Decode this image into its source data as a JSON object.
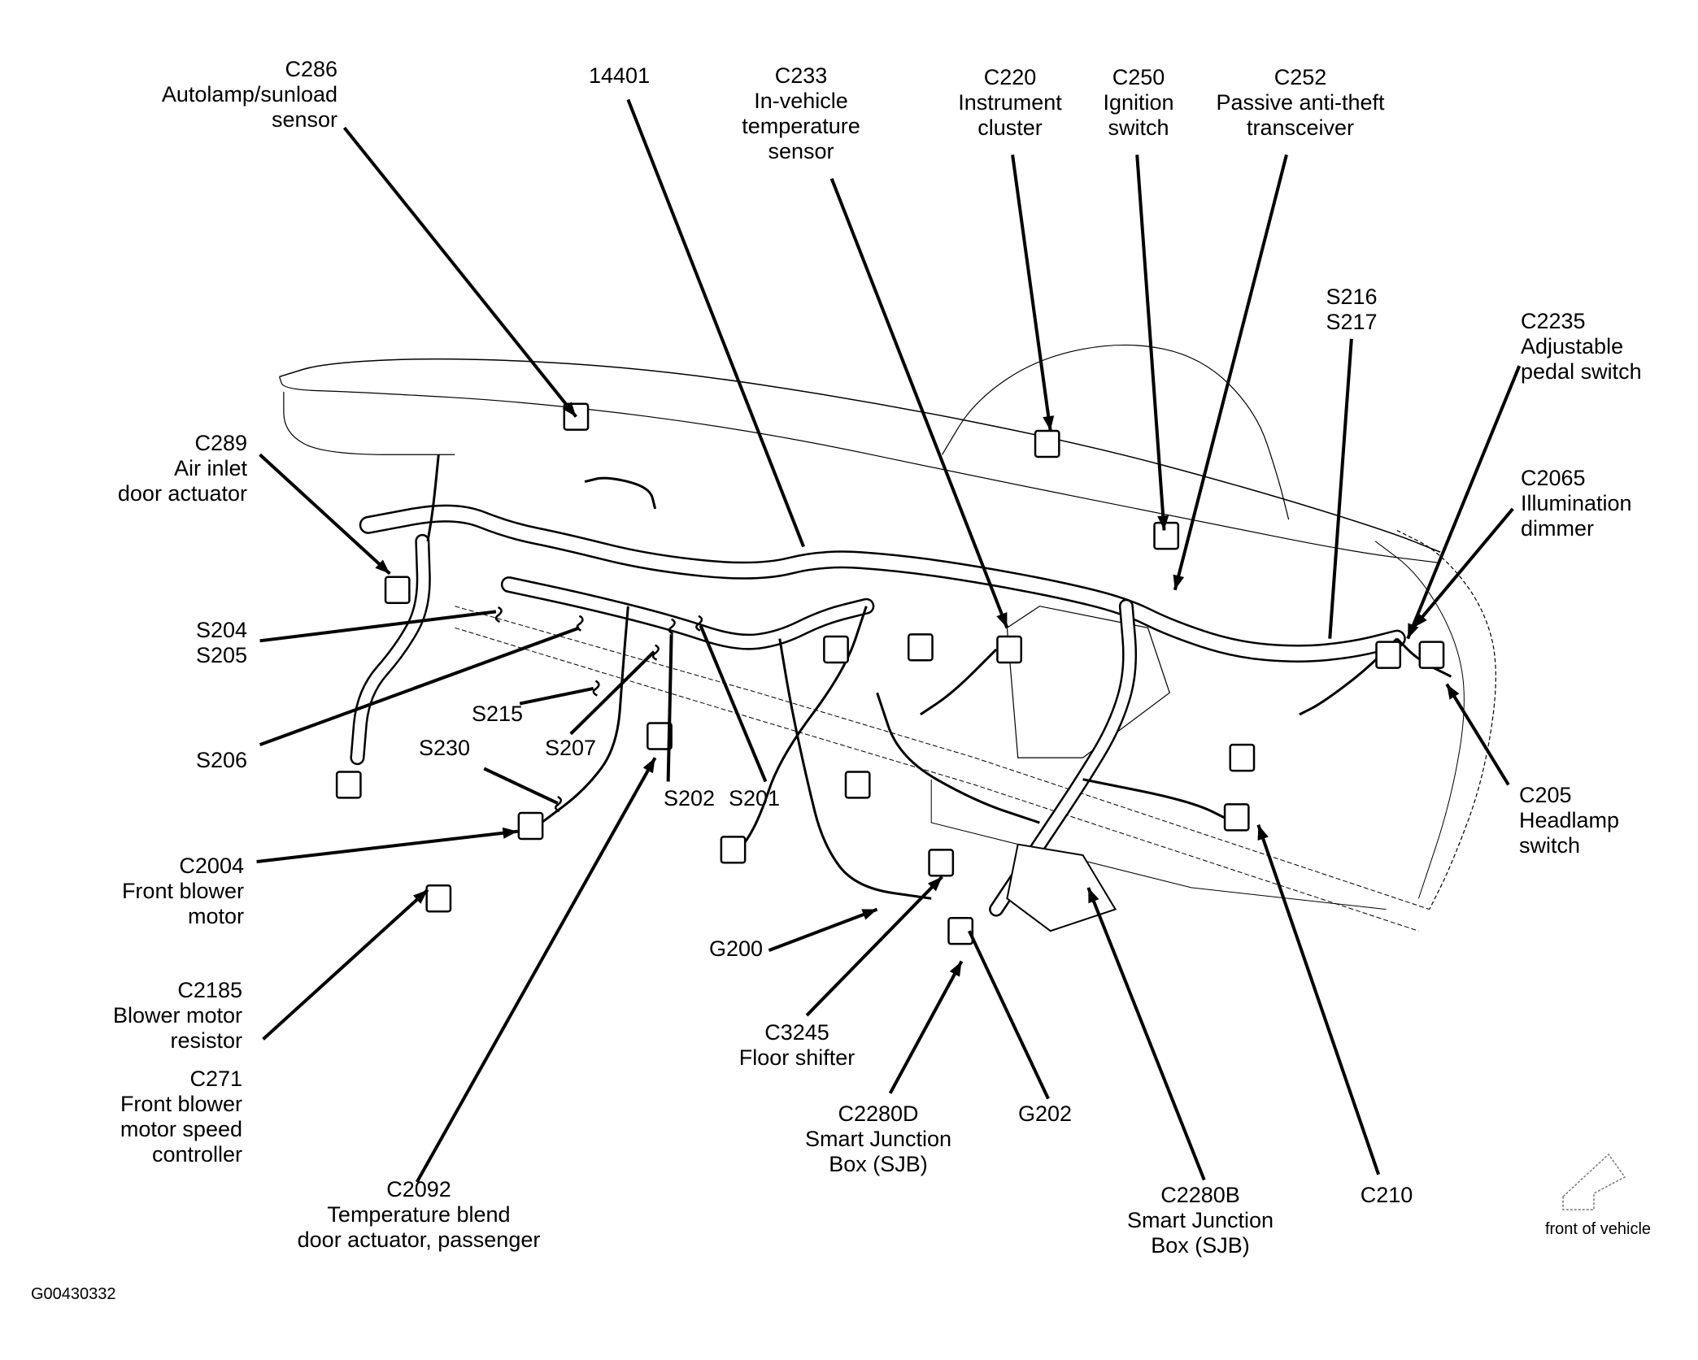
{
  "figure_id": "G00430332",
  "orientation_note": "front of vehicle",
  "callouts": {
    "c286": {
      "id": "C286",
      "desc": [
        "Autolamp/sunload",
        "sensor"
      ]
    },
    "p14401": {
      "id": "14401",
      "desc": []
    },
    "c233": {
      "id": "C233",
      "desc": [
        "In-vehicle",
        "temperature",
        "sensor"
      ]
    },
    "c220": {
      "id": "C220",
      "desc": [
        "Instrument",
        "cluster"
      ]
    },
    "c250": {
      "id": "C250",
      "desc": [
        "Ignition",
        "switch"
      ]
    },
    "c252": {
      "id": "C252",
      "desc": [
        "Passive anti-theft",
        "transceiver"
      ]
    },
    "s216": {
      "id": "S216",
      "desc": [
        "S217"
      ]
    },
    "c2235": {
      "id": "C2235",
      "desc": [
        "Adjustable",
        "pedal switch"
      ]
    },
    "c2065": {
      "id": "C2065",
      "desc": [
        "Illumination",
        "dimmer"
      ]
    },
    "c205": {
      "id": "C205",
      "desc": [
        "Headlamp",
        "switch"
      ]
    },
    "c289": {
      "id": "C289",
      "desc": [
        "Air inlet",
        "door actuator"
      ]
    },
    "s204": {
      "id": "S204",
      "desc": [
        "S205"
      ]
    },
    "s206": {
      "id": "S206",
      "desc": []
    },
    "s215": {
      "id": "S215",
      "desc": []
    },
    "s207": {
      "id": "S207",
      "desc": []
    },
    "s230": {
      "id": "S230",
      "desc": []
    },
    "s202": {
      "id": "S202",
      "desc": []
    },
    "s201": {
      "id": "S201",
      "desc": []
    },
    "c2004": {
      "id": "C2004",
      "desc": [
        "Front blower",
        "motor"
      ]
    },
    "c2185": {
      "id": "C2185",
      "desc": [
        "Blower motor",
        "resistor"
      ]
    },
    "c271": {
      "id": "C271",
      "desc": [
        "Front blower",
        "motor speed",
        "controller"
      ]
    },
    "c2092": {
      "id": "C2092",
      "desc": [
        "Temperature blend",
        "door actuator, passenger"
      ]
    },
    "g200": {
      "id": "G200",
      "desc": []
    },
    "c3245": {
      "id": "C3245",
      "desc": [
        "Floor shifter"
      ]
    },
    "c2280d": {
      "id": "C2280D",
      "desc": [
        "Smart Junction",
        "Box (SJB)"
      ]
    },
    "g202": {
      "id": "G202",
      "desc": []
    },
    "c2280b": {
      "id": "C2280B",
      "desc": [
        "Smart Junction",
        "Box (SJB)"
      ]
    },
    "c210": {
      "id": "C210",
      "desc": []
    }
  }
}
